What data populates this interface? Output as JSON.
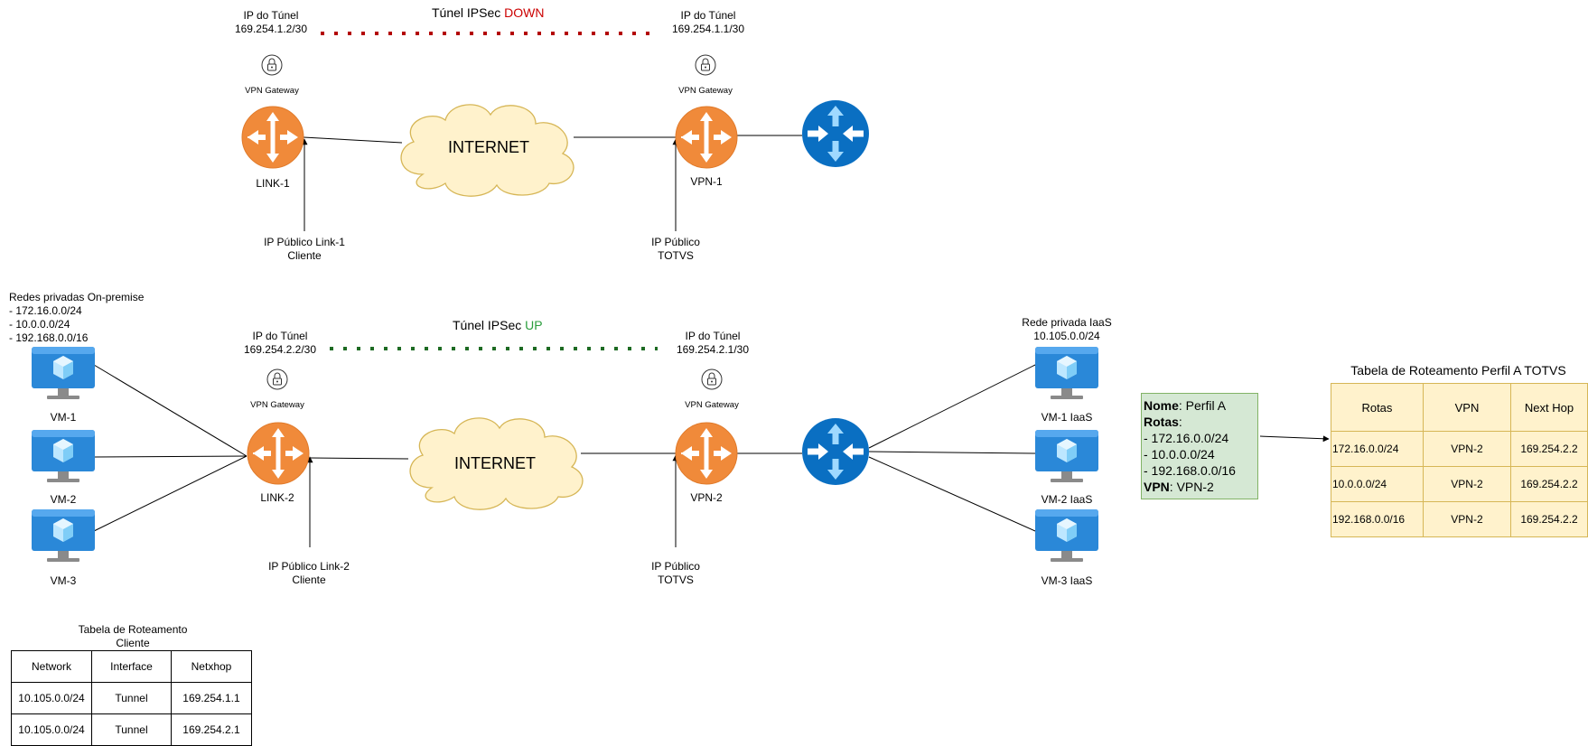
{
  "top": {
    "tunnel_ip_left_label": "IP do Túnel",
    "tunnel_ip_left_value": "169.254.1.2/30",
    "tunnel_ip_right_label": "IP do Túnel",
    "tunnel_ip_right_value": "169.254.1.1/30",
    "tunnel_title": "Túnel IPSec",
    "tunnel_status": "DOWN",
    "vpn_gateway_left": "VPN Gateway",
    "vpn_gateway_right": "VPN Gateway",
    "router_left_label": "LINK-1",
    "router_right_label": "VPN-1",
    "internet": "INTERNET",
    "public_ip_left_line1": "IP Público Link-1",
    "public_ip_left_line2": "Cliente",
    "public_ip_right_line1": "IP Público",
    "public_ip_right_line2": "TOTVS"
  },
  "bottom": {
    "onprem_title": "Redes privadas On-premise",
    "onprem_networks": [
      "- 172.16.0.0/24",
      "- 10.0.0.0/24",
      "- 192.168.0.0/16"
    ],
    "tunnel_ip_left_label": "IP do Túnel",
    "tunnel_ip_left_value": "169.254.2.2/30",
    "tunnel_ip_right_label": "IP do Túnel",
    "tunnel_ip_right_value": "169.254.2.1/30",
    "tunnel_title": "Túnel IPSec",
    "tunnel_status": "UP",
    "vpn_gateway_left": "VPN Gateway",
    "vpn_gateway_right": "VPN Gateway",
    "router_left_label": "LINK-2",
    "router_right_label": "VPN-2",
    "internet": "INTERNET",
    "public_ip_left_line1": "IP Público Link-2",
    "public_ip_left_line2": "Cliente",
    "public_ip_right_line1": "IP Público",
    "public_ip_right_line2": "TOTVS",
    "vms_left": [
      "VM-1",
      "VM-2",
      "VM-3"
    ],
    "iaas_title": "Rede privada IaaS",
    "iaas_network": "10.105.0.0/24",
    "vms_right": [
      "VM-1 IaaS",
      "VM-2 IaaS",
      "VM-3 IaaS"
    ]
  },
  "profile": {
    "name_key": "Nome",
    "name_value": ": Perfil A",
    "routes_key": "Rotas",
    "routes_suffix": ":",
    "routes": [
      "- 172.16.0.0/24",
      "- 10.0.0.0/24",
      "- 192.168.0.0/16"
    ],
    "vpn_key": "VPN",
    "vpn_value": ": VPN-2"
  },
  "totvs_table": {
    "title": "Tabela de Roteamento Perfil A TOTVS",
    "headers": [
      "Rotas",
      "VPN",
      "Next Hop"
    ],
    "rows": [
      [
        "172.16.0.0/24",
        "VPN-2",
        "169.254.2.2"
      ],
      [
        "10.0.0.0/24",
        "VPN-2",
        "169.254.2.2"
      ],
      [
        "192.168.0.0/16",
        "VPN-2",
        "169.254.2.2"
      ]
    ]
  },
  "client_table": {
    "title_line1": "Tabela de Roteamento",
    "title_line2": "Cliente",
    "headers": [
      "Network",
      "Interface",
      "Netxhop"
    ],
    "rows": [
      [
        "10.105.0.0/24",
        "Tunnel",
        "169.254.1.1"
      ],
      [
        "10.105.0.0/24",
        "Tunnel",
        "169.254.2.1"
      ]
    ]
  },
  "colors": {
    "router_orange": "#f08a3a",
    "hub_blue": "#0a6fc2",
    "vm_blue": "#2a88d8",
    "cloud_fill": "#fff2cc",
    "cloud_stroke": "#d6b656",
    "tunnel_down": "#b30000",
    "tunnel_up": "#1e6b23",
    "status_down_text": "#cc0000",
    "status_up_text": "#2a9d3c"
  }
}
